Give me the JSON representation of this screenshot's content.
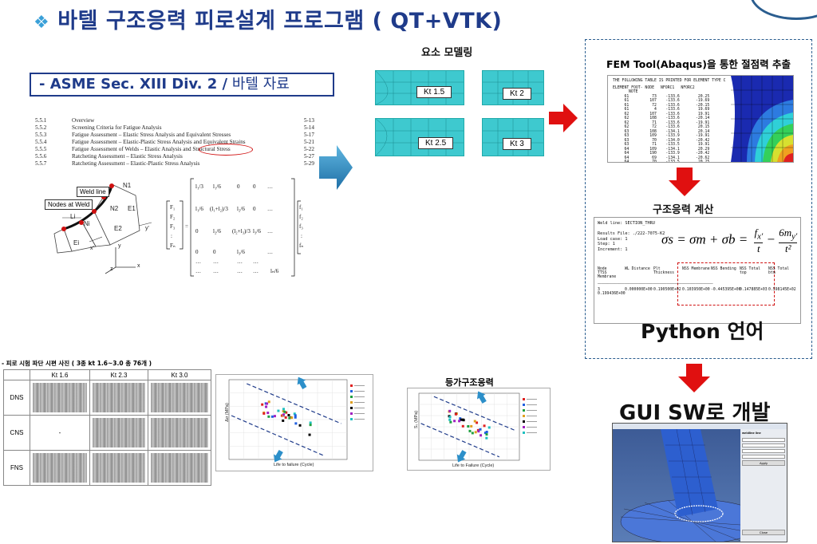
{
  "title": "바텔 구조응력 피로설계 프로그램 ( QT+VTK)",
  "asme_box": {
    "bold": "- ASME Sec. XIII Div. 2 /",
    "rest": " 바텔 자료"
  },
  "toc": [
    {
      "num": "5.5.1",
      "text": "Overview",
      "page": "5-13"
    },
    {
      "num": "5.5.2",
      "text": "Screening Criteria for Fatigue Analysis",
      "page": "5-14"
    },
    {
      "num": "5.5.3",
      "text": "Fatigue Assessment – Elastic Stress Analysis and Equivalent Stresses",
      "page": "5-17"
    },
    {
      "num": "5.5.4",
      "text": "Fatigue Assessment – Elastic-Plastic Stress Analysis and Equivalent Strains",
      "page": "5-21"
    },
    {
      "num": "5.5.5",
      "text": "Fatigue Assessment of Welds – Elastic Analysis and Structural Stress",
      "page": "5-22"
    },
    {
      "num": "5.5.6",
      "text": "Ratcheting Assessment – Elastic Stress Analysis",
      "page": "5-27"
    },
    {
      "num": "5.5.7",
      "text": "Ratcheting Assessment – Elastic-Plastic Stress Analysis",
      "page": "5-29"
    }
  ],
  "weld_diagram": {
    "weld_line": "Weld line",
    "nodes_at_weld": "Nodes at Weld",
    "n1": "N1",
    "n2": "N2",
    "e1": "E1",
    "e2": "E2",
    "li": "Li",
    "ni": "Ni",
    "ei": "Ei",
    "y": "y",
    "yp": "y'",
    "xp": "x'",
    "x": "x",
    "z": "z"
  },
  "element_modeling": {
    "title": "요소 모델링",
    "kt": [
      "Kt 1.5",
      "Kt 2",
      "Kt 2.5",
      "Kt 3"
    ]
  },
  "fem": {
    "title": "FEM Tool(Abaqus)을 통한 절점력 추출",
    "header": "THE FOLLOWING TABLE IS PRINTED FOR ELEMENT TYPE C",
    "cols": [
      "ELEMENT  FOOT-   NODE",
      "NFORC1",
      "NFORC2"
    ],
    "sub": "NOTE",
    "rows": [
      [
        "61",
        "73",
        "-133.6",
        "20.25"
      ],
      [
        "61",
        "107",
        "-133.6",
        "-19.69"
      ],
      [
        "61",
        "72",
        "-133.6",
        "-20.15"
      ],
      [
        "61",
        "4",
        "-133.6",
        "19.69"
      ],
      [
        "62",
        "107",
        "-133.6",
        "19.91"
      ],
      [
        "62",
        "108",
        "-133.6",
        "-20.14"
      ],
      [
        "62",
        "71",
        "-133.6",
        "-19.91"
      ],
      [
        "62",
        "72",
        "-133.6",
        "20.15"
      ],
      [
        "63",
        "108",
        "-134.1",
        "20.14"
      ],
      [
        "63",
        "109",
        "-133.9",
        "-19.91"
      ],
      [
        "63",
        "70",
        "-134.0",
        "-20.42"
      ],
      [
        "63",
        "71",
        "-133.5",
        "19.91"
      ],
      [
        "64",
        "109",
        "-134.1",
        "20.29"
      ],
      [
        "64",
        "190",
        "-133.9",
        "-20.42"
      ],
      [
        "64",
        "69",
        "-134.1",
        "-20.62"
      ],
      [
        "64",
        "70",
        "-133.5",
        "20.25"
      ]
    ]
  },
  "structural_stress": {
    "title": "구조응력 계산",
    "meta": [
      "Weld line: SECTION_THRU",
      "",
      "Results File: ./222-7075-K2",
      "Load case: 1",
      "Step: 1",
      "Increment: 1"
    ],
    "formula_lhs": "σs = σm + σb =",
    "cols": [
      "Node\nTTSS Membrane",
      "WL Distance",
      "Plt Thickness",
      "NSS Membrane",
      "NSS Bending",
      "NSS Total top",
      "NSS Total btm"
    ],
    "row": [
      "3\n0.199436E+00",
      "0.000000E+00",
      "0.190500E+02",
      "0.103950E+00",
      "-0.445395E+00",
      "0.147885E+03",
      "0.598145E+02"
    ]
  },
  "python_label": "Python 언어",
  "gui_label": "GUI SW로 개발",
  "gui_shot": {
    "panel_title": "weldline line",
    "apply": "Apply",
    "close": "Close"
  },
  "fatigue_table": {
    "caption": "- 피로 시험 파단 시편 사진 ( 3종 kt 1.6~3.0 총 76개 )",
    "cols": [
      "",
      "Kt 1.6",
      "Kt 2.3",
      "Kt 3.0"
    ],
    "rows": [
      {
        "label": "DNS",
        "cells": [
          "img",
          "img",
          "img"
        ]
      },
      {
        "label": "CNS",
        "cells": [
          "-",
          "img",
          "img"
        ]
      },
      {
        "label": "FNS",
        "cells": [
          "img",
          "img",
          "img"
        ]
      }
    ]
  },
  "chart1": {
    "xlabel": "Life to failure (Cycle)",
    "ylabel": "Δσ (MPa)"
  },
  "chart2": {
    "title": "등가구조응력",
    "xlabel": "Life to Failure (Cycle)",
    "ylabel": "Sₛ (MPa)"
  },
  "colors": {
    "title": "#1f3b8a",
    "arrow_red": "#e01010",
    "arrow_blue": "#2c8fc9",
    "teal": "#3ec9cf"
  }
}
